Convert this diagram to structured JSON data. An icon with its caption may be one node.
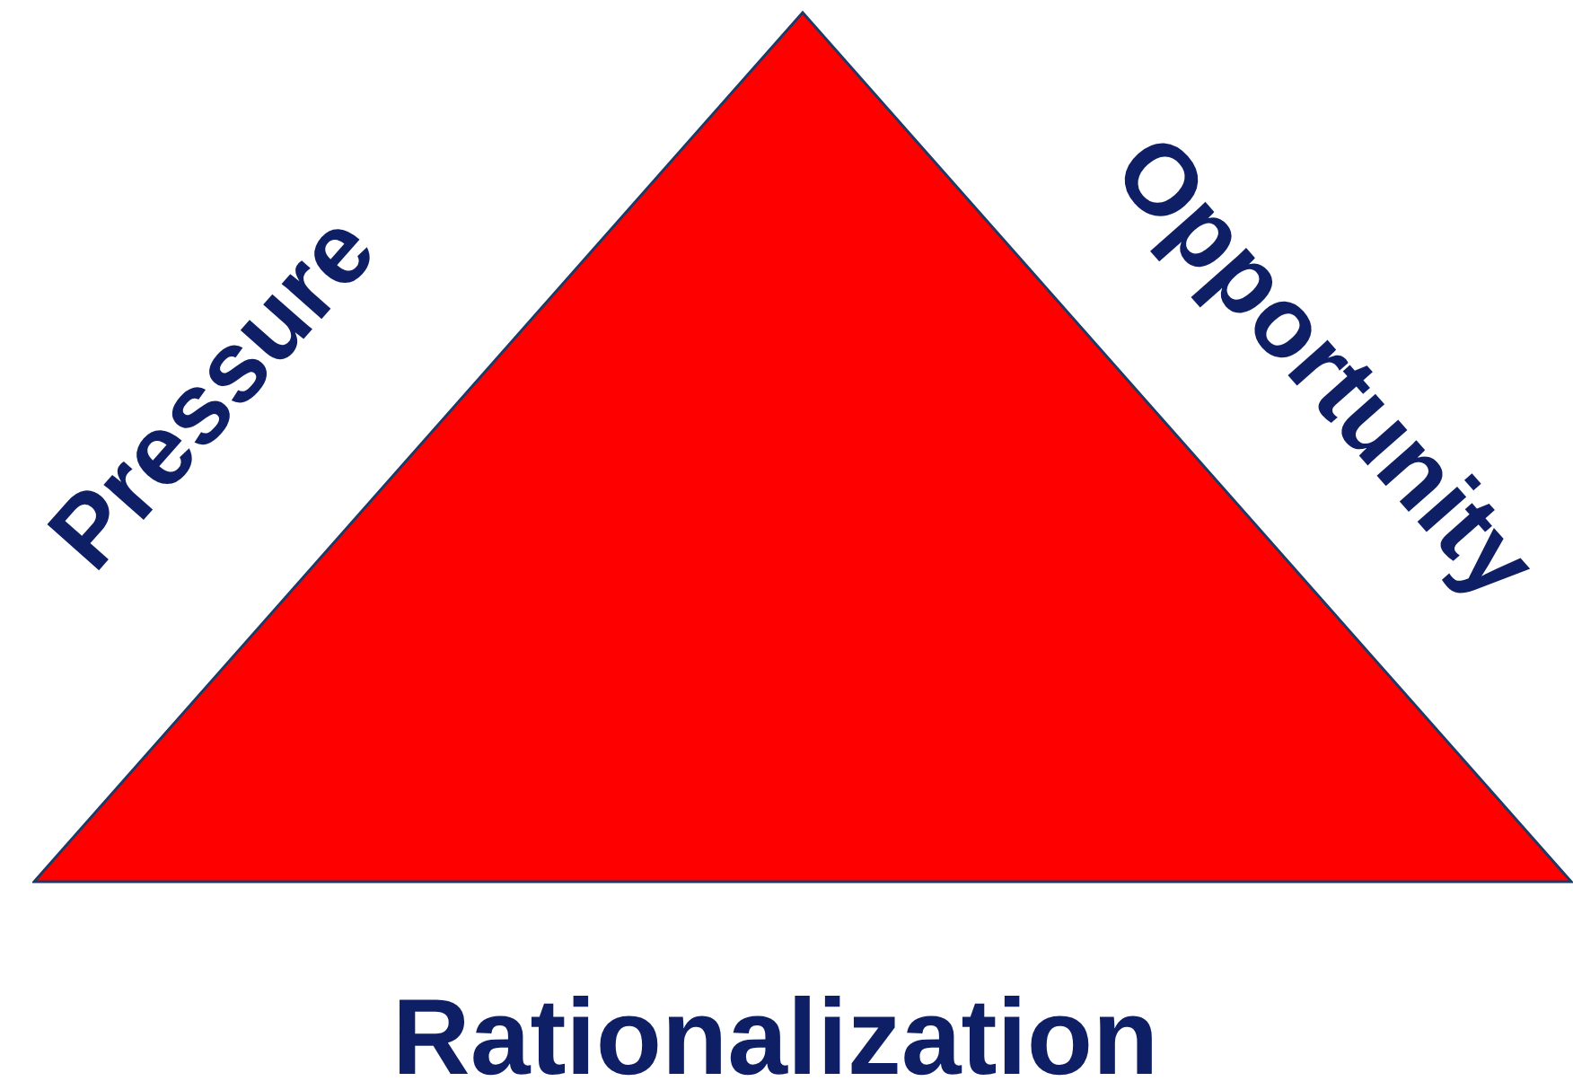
{
  "diagram": {
    "nodes": [
      {
        "text": [],
        "shape": "triangle"
      }
    ],
    "labels": [
      "Pressure",
      "Opportunity",
      "Rationalization"
    ]
  }
}
